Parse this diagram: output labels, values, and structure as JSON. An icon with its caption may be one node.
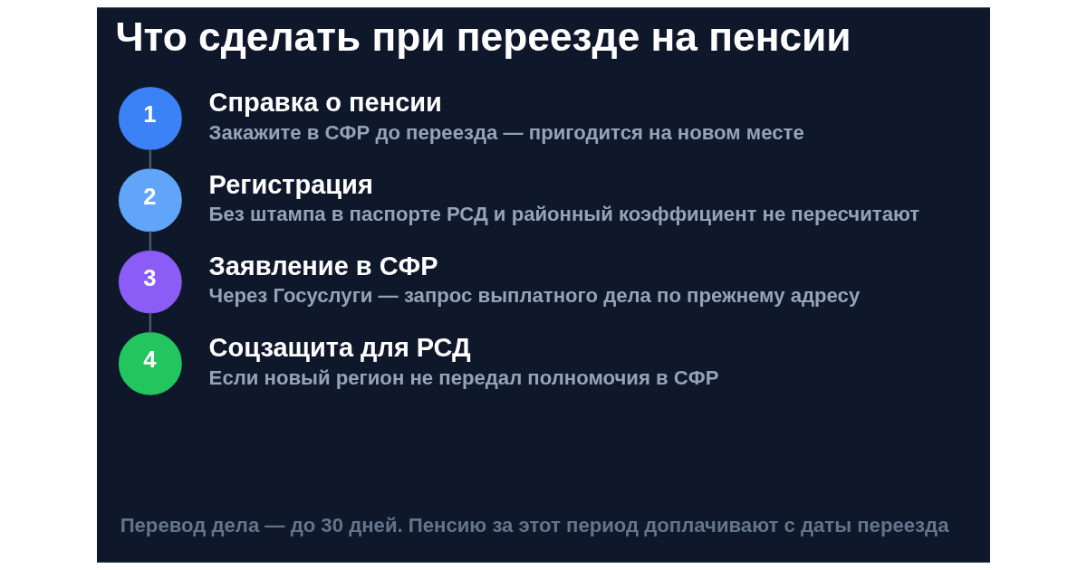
{
  "diagram": {
    "title": "Что сделать при переезде на пенсии",
    "nodes": [
      {
        "text": [
          "1"
        ],
        "beside": [
          "Справка о пенсии",
          "Закажите в СФР до переезда — пригодится на новом месте"
        ]
      },
      {
        "text": [
          "2"
        ],
        "beside": [
          "Регистрация",
          "Без штампа в паспорте РСД и районный коэффициент не пересчитают"
        ]
      },
      {
        "text": [
          "3"
        ],
        "beside": [
          "Заявление в СФР",
          "Через Госуслуги — запрос выплатного дела по прежнему адресу"
        ]
      },
      {
        "text": [
          "4"
        ],
        "beside": [
          "Соцзащита для РСД",
          "Если новый регион не передал полномочия в СФР"
        ]
      }
    ],
    "edges": [
      {
        "from": 0,
        "to": 1,
        "arrow": "none"
      },
      {
        "from": 1,
        "to": 2,
        "arrow": "none"
      },
      {
        "from": 2,
        "to": 3,
        "arrow": "none"
      }
    ],
    "labels": [
      "Перевод дела — до 30 дней. Пенсию за этот период доплачивают с даты переезда"
    ]
  }
}
